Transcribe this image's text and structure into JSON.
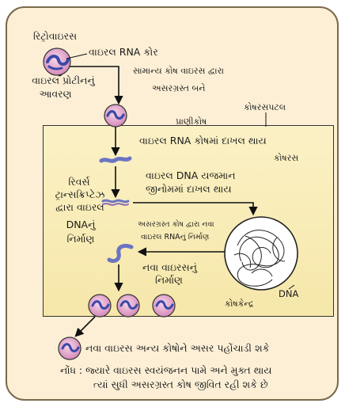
{
  "labels": {
    "retrovirus": "રિટ્રોવાઇરસ",
    "viral_rna_core": "વાઇરલ RNA કોર",
    "normal_cell_infected_1": "સામાન્ય કોષ વાઇરસ દ્વારા",
    "normal_cell_infected_2": "અસરગ્રસ્ત બને",
    "viral_protein_coat_1": "વાઇરલ પ્રોટીનનું",
    "viral_protein_coat_2": "આવરણ",
    "cell_membrane": "કોષરસપટલ",
    "animal_cell": "પ્રાણીકોષ",
    "rna_enters_cell": "વાઇરલ RNA કોષમાં દાખલ થાય",
    "cytoplasm": "કોષરસ",
    "reverse_transcriptase_1": "રિવર્સ",
    "reverse_transcriptase_2": "ટ્રાન્સક્રિપ્ટેઝ",
    "reverse_transcriptase_3": "દ્વારા વાઇરલ",
    "reverse_transcriptase_4": "DNAનું",
    "reverse_transcriptase_5": "નિર્માણ",
    "dna_enters_genome_1": "વાઇરલ DNA યજમાન",
    "dna_enters_genome_2": "જીનોમમાં દાખલ થાય",
    "new_rna_1": "અસરગ્રસ્ત કોષ દ્વારા નવા",
    "new_rna_2": "વાઇરલ RNAનું નિર્માણ",
    "new_virus_1": "નવા વાઇરસનું",
    "new_virus_2": "નિર્માણ",
    "dna": "DNA",
    "nucleus": "કોષકેન્દ્ર",
    "new_viruses_infect": "નવા વાઇરસ અન્ય કોષોને અસર પહોંચાડી શકે",
    "note_1": "નોંધ : જ્યારે વાઇરસ સ્વયંજનન પામે અને મુક્ત થાય",
    "note_2": "ત્યાં સુધી અસરગ્રસ્ત કોષ જીવિત રહી શકે છે"
  },
  "colors": {
    "background": "#fcefd6",
    "cell_fill": "#f6e7a9",
    "virus_fill": "#e8a6cf",
    "virus_core": "#5a67b5",
    "strand": "#6b74c2"
  }
}
